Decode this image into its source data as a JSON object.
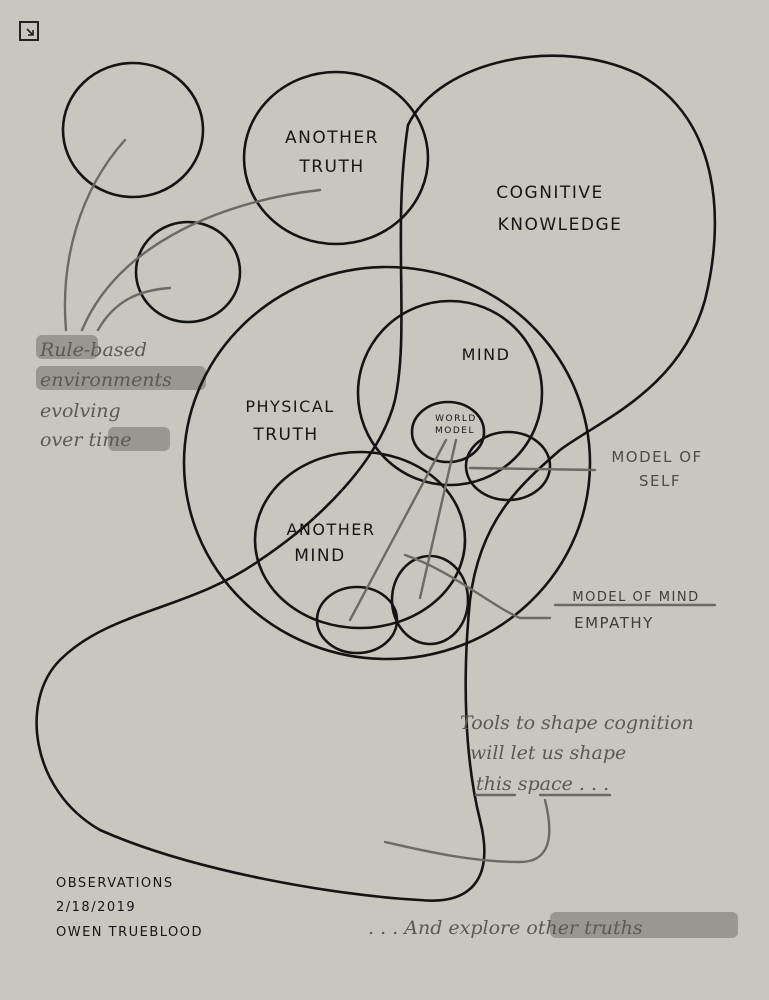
{
  "labels": {
    "another_truth": [
      "ANOTHER",
      "TRUTH"
    ],
    "cognitive_knowledge": [
      "COGNITIVE",
      "KNOWLEDGE"
    ],
    "mind": "MIND",
    "physical_truth": [
      "PHYSICAL",
      "TRUTH"
    ],
    "world_model": [
      "WORLD",
      "MODEL"
    ],
    "another_mind": [
      "ANOTHER",
      "MIND"
    ],
    "model_of_self": [
      "MODEL OF",
      "SELF"
    ],
    "model_of_mind": "MODEL OF MIND",
    "empathy": "EMPATHY"
  },
  "notes": {
    "rule_based": [
      "Rule-based",
      "environments",
      "evolving",
      "over time"
    ],
    "tools": [
      "Tools to shape cognition",
      "will let us shape",
      "this space . . ."
    ],
    "explore": ". . . And explore other truths"
  },
  "signature": [
    "OBSERVATIONS",
    "2/18/2019",
    "OWEN TRUEBLOOD"
  ],
  "colors": {
    "paper": "#c9c6c0",
    "ink": "#141414",
    "pencil": "#6d6a66",
    "highlight": "#8a8782"
  }
}
